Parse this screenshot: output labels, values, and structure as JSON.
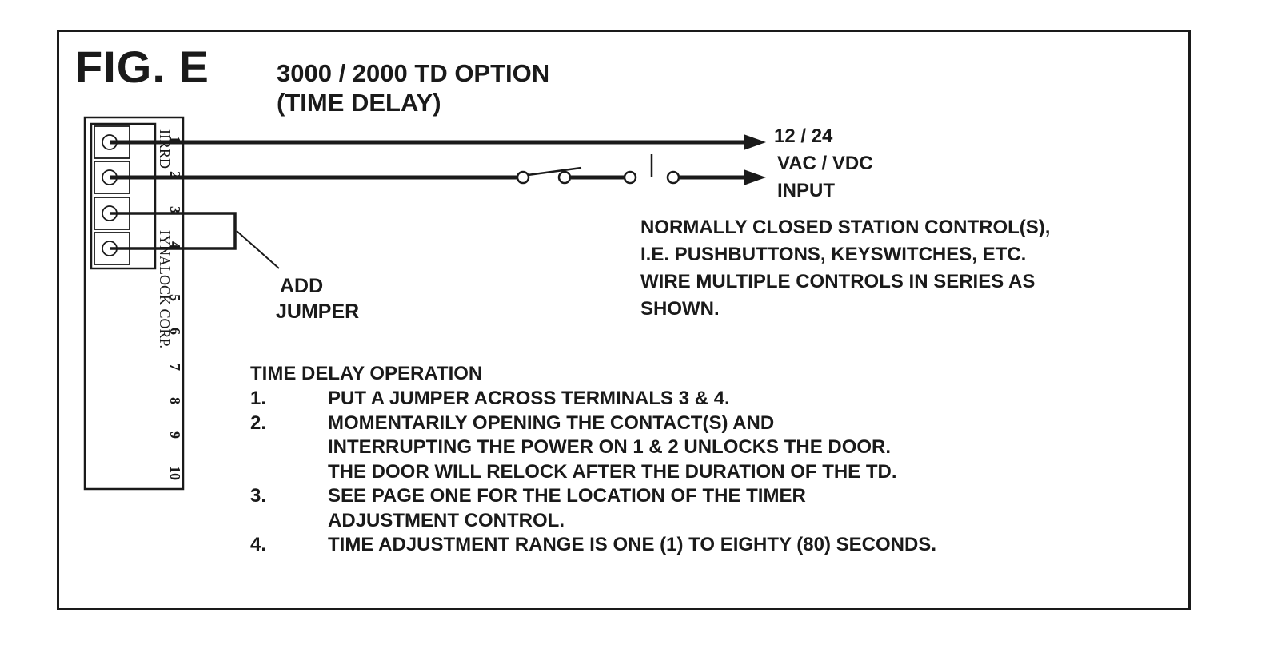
{
  "figure_label": "FIG. E",
  "title_line1": "3000 / 2000 TD OPTION",
  "title_line2": "(TIME DELAY)",
  "supply": {
    "line1": "12 / 24",
    "line2": "VAC / VDC",
    "line3": "INPUT"
  },
  "jumper": {
    "line1": "ADD",
    "line2": "JUMPER"
  },
  "note": {
    "line1": "NORMALLY CLOSED STATION CONTROL(S),",
    "line2": "I.E. PUSHBUTTONS, KEYSWITCHES, ETC.",
    "line3": "WIRE MULTIPLE CONTROLS IN SERIES AS",
    "line4": "SHOWN."
  },
  "operation": {
    "heading": "TIME DELAY OPERATION",
    "steps": [
      {
        "num": "1.",
        "lines": [
          "PUT A JUMPER ACROSS TERMINALS 3 & 4."
        ]
      },
      {
        "num": "2.",
        "lines": [
          "MOMENTARILY OPENING THE CONTACT(S) AND",
          "INTERRUPTING THE POWER ON 1 & 2 UNLOCKS THE DOOR.",
          "THE DOOR WILL RELOCK AFTER THE DURATION OF THE TD."
        ]
      },
      {
        "num": "3.",
        "lines": [
          "SEE PAGE ONE FOR THE LOCATION OF THE TIMER",
          "ADJUSTMENT CONTROL."
        ]
      },
      {
        "num": "4.",
        "lines": [
          "TIME ADJUSTMENT RANGE IS ONE (1) TO EIGHTY (80) SECONDS."
        ]
      }
    ]
  },
  "terminal_block": {
    "numbers": [
      "1",
      "2",
      "3",
      "4",
      "5",
      "6",
      "7",
      "8",
      "9",
      "10"
    ],
    "side_text_top": "IIRRD",
    "side_text_bottom": "IYNALOCK CORP."
  }
}
